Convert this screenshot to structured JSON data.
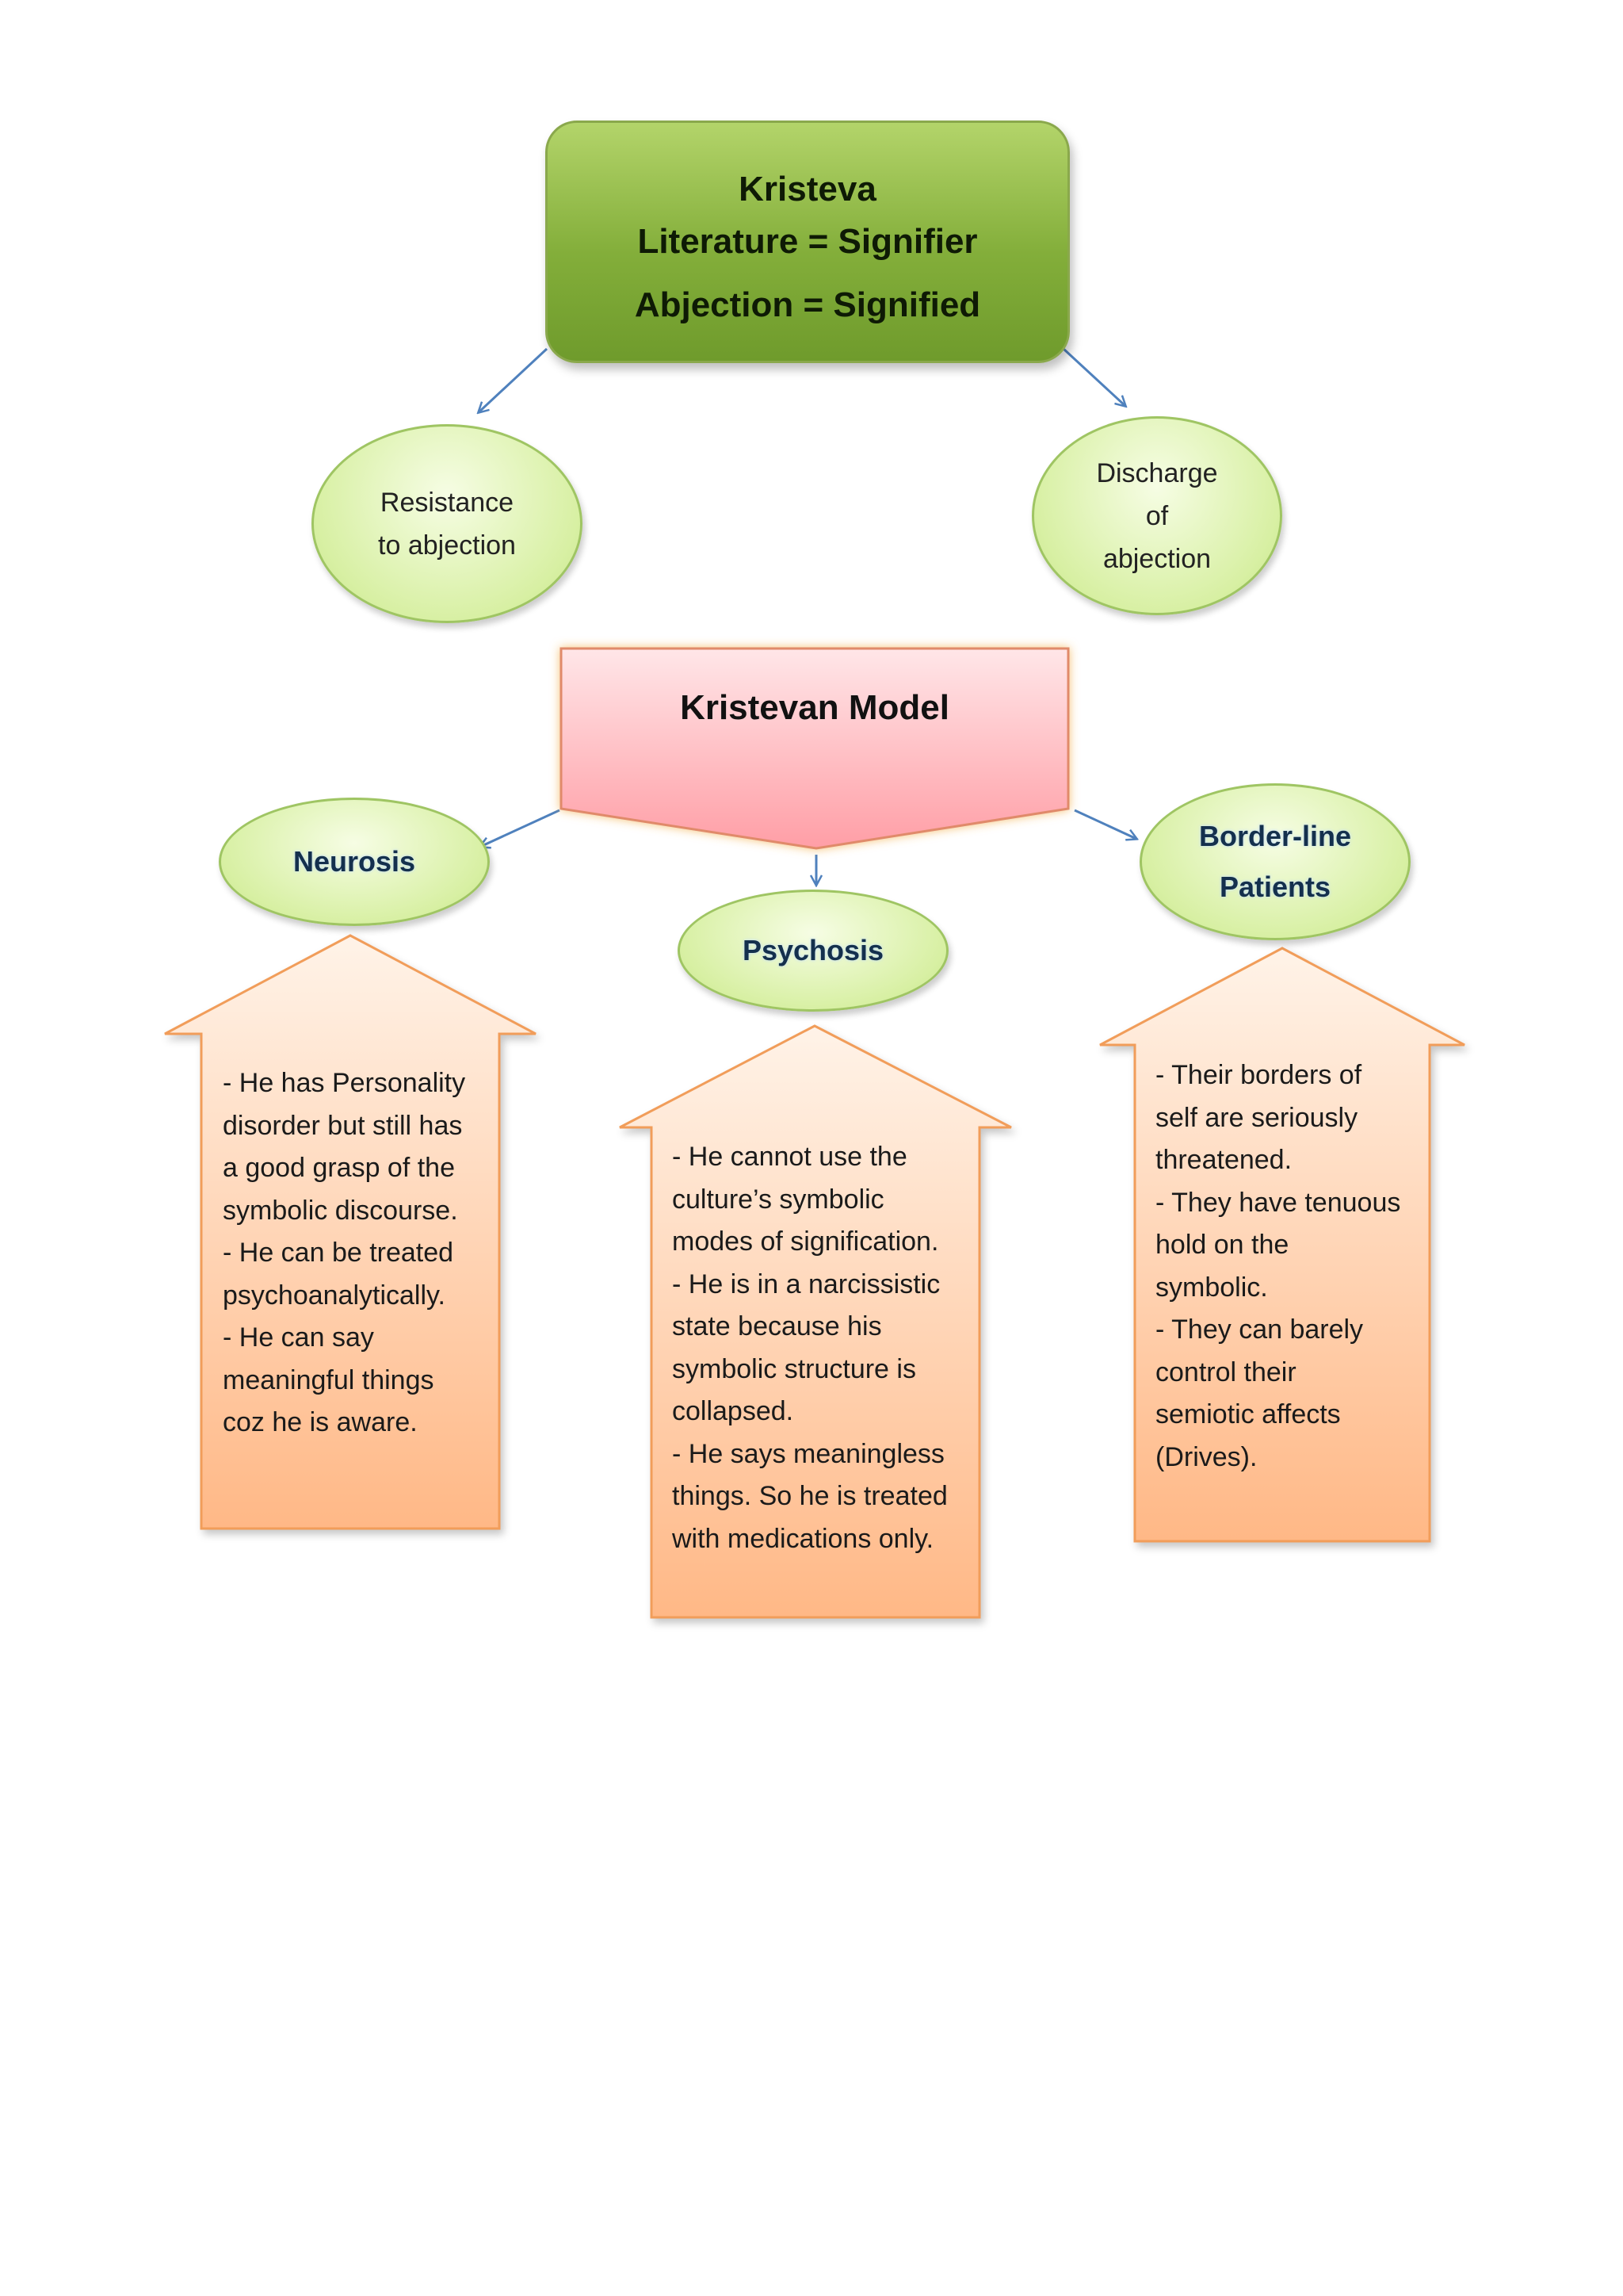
{
  "header": {
    "title": "Kristeva",
    "line1": "Literature = Signifier",
    "line2": "Abjection = Signified"
  },
  "branches": {
    "left": [
      "Resistance",
      "to abjection"
    ],
    "right": [
      "Discharge",
      "of",
      "abjection"
    ]
  },
  "model": {
    "title": "Kristevan Model"
  },
  "categories": {
    "neurosis": [
      "Neurosis"
    ],
    "psychosis": [
      "Psychosis"
    ],
    "borderline": [
      "Border-line",
      "Patients"
    ]
  },
  "descriptions": {
    "neurosis": [
      "- He has Personality",
      "disorder but still has",
      "a good grasp of the",
      "symbolic discourse.",
      "- He can be treated",
      "psychoanalytically.",
      "- He can say",
      "meaningful things",
      "coz he is aware."
    ],
    "psychosis": [
      "- He cannot use the",
      "culture’s symbolic",
      "modes of signification.",
      "- He is in a  narcissistic",
      "state because his",
      "symbolic structure is",
      "collapsed.",
      "- He says meaningless",
      "things. So he is treated",
      "with medications only."
    ],
    "borderline": [
      "- Their borders of",
      "self are seriously",
      "threatened.",
      "- They have tenuous",
      "hold on the",
      "symbolic.",
      "- They can barely",
      "control their",
      "semiotic affects",
      "(Drives)."
    ]
  },
  "colors": {
    "title_box": "#83ae3a",
    "ellipse_fill": "#d8f0a4",
    "model_box": "#ffb3b8",
    "arrow_card_top": "#fff1e4",
    "arrow_card_bottom": "#ffbb88",
    "connector": "#4f81bd"
  }
}
